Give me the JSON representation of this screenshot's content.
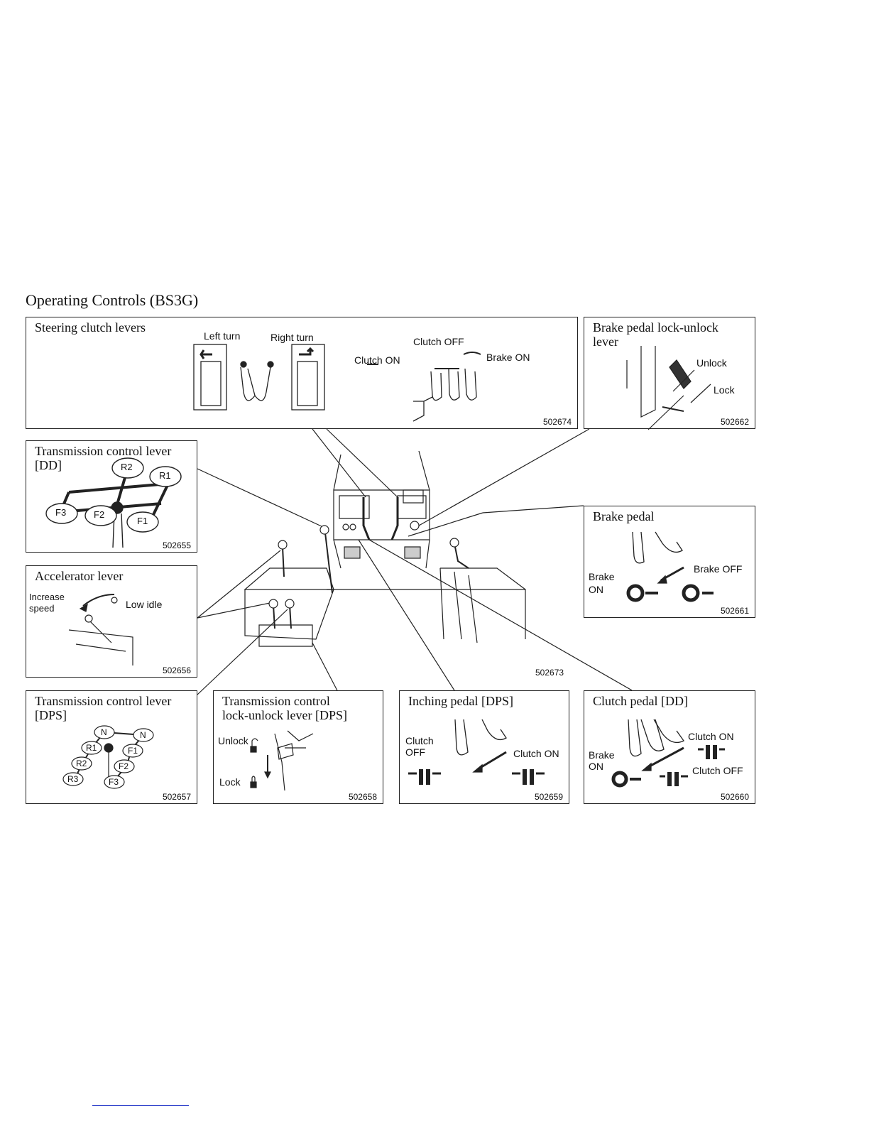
{
  "page": {
    "title": "Operating Controls (BS3G)",
    "center_code": "502673"
  },
  "panels": {
    "steering": {
      "title": "Steering clutch levers",
      "left_turn": "Left turn",
      "right_turn": "Right turn",
      "clutch_off": "Clutch OFF",
      "clutch_on": "Clutch ON",
      "brake_on": "Brake ON",
      "code": "502674"
    },
    "brake_lock": {
      "title": "Brake pedal lock-unlock\nlever",
      "unlock": "Unlock",
      "lock": "Lock",
      "code": "502662"
    },
    "trans_dd": {
      "title": "Transmission control lever\n[DD]",
      "gears": [
        "R2",
        "R1",
        "F3",
        "F2",
        "F1"
      ],
      "code": "502655"
    },
    "brake_pedal": {
      "title": "Brake pedal",
      "brake_on": "Brake\nON",
      "brake_off": "Brake OFF",
      "code": "502661"
    },
    "accel": {
      "title": "Accelerator lever",
      "increase": "Increase\nspeed",
      "low_idle": "Low idle",
      "code": "502656"
    },
    "trans_dps": {
      "title": "Transmission control lever\n[DPS]",
      "gears": [
        "N",
        "N",
        "R1",
        "F1",
        "R2",
        "F2",
        "R3",
        "F3"
      ],
      "code": "502657"
    },
    "trans_lock": {
      "title": "Transmission control\nlock-unlock lever [DPS]",
      "unlock": "Unlock",
      "lock": "Lock",
      "code": "502658"
    },
    "inching": {
      "title": "Inching pedal [DPS]",
      "clutch_off": "Clutch\nOFF",
      "clutch_on": "Clutch ON",
      "code": "502659"
    },
    "clutch_pedal": {
      "title": "Clutch pedal [DD]",
      "clutch_on": "Clutch ON",
      "brake_on": "Brake\nON",
      "clutch_off": "Clutch OFF",
      "code": "502660"
    }
  }
}
